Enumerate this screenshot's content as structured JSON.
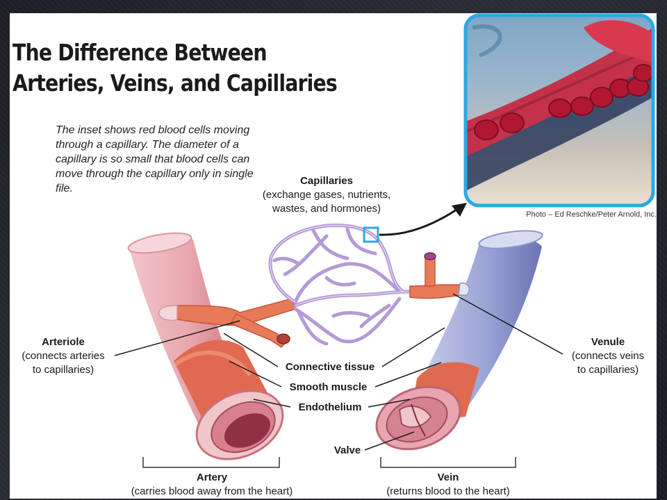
{
  "title": {
    "line1": "The Difference Between",
    "line2": "Arteries, Veins, and Capillaries"
  },
  "description": "The inset shows red blood cells moving through a capillary. The diameter of a capillary is so small that blood cells can move through the capillary only in single file.",
  "photo_credit": "Photo – Ed Reschke/Peter Arnold, Inc.",
  "labels": {
    "capillaries": {
      "name": "Capillaries",
      "line1": "(exchange gases, nutrients,",
      "line2": "wastes, and hormones)"
    },
    "arteriole": {
      "name": "Arteriole",
      "line1": "(connects arteries",
      "line2": "to capillaries)"
    },
    "venule": {
      "name": "Venule",
      "line1": "(connects veins",
      "line2": "to capillaries)"
    },
    "connective_tissue": "Connective tissue",
    "smooth_muscle": "Smooth muscle",
    "endothelium": "Endothelium",
    "valve": "Valve",
    "artery": {
      "name": "Artery",
      "sub": "(carries blood away from the heart)"
    },
    "vein": {
      "name": "Vein",
      "sub": "(returns blood to the heart)"
    }
  },
  "colors": {
    "artery": "#e8a7ad",
    "vein": "#9aa3d6",
    "muscle": "#e06a4f",
    "capillary": "#b49ad6",
    "inset_border": "#2aa8e6"
  }
}
